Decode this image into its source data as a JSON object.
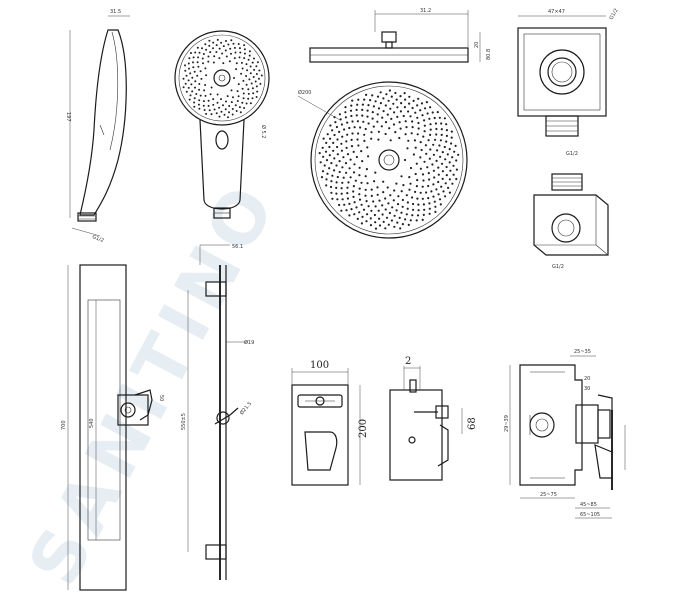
{
  "watermark": "SANITINO",
  "labels": {
    "hand_width": "31.5",
    "hand_height": "197",
    "hand_thread": "G1/2",
    "hand_diameter": "Ø 5.2",
    "head_depth": "31.2",
    "head_height": "20",
    "head_arm": "80.8",
    "head_diameter": "Ø200",
    "elbow_top": "47×47",
    "elbow_side": "G1/2",
    "elbow_bottom": "G1/2",
    "elbow_thread": "G1/2",
    "rail_top": "56.1",
    "rail_diameter": "Ø19",
    "rail_height": "700",
    "rail_inner": "540",
    "rail_holder": "50",
    "rail_span": "550±5",
    "rail_cap": "Ø21.5",
    "plate_width": "100",
    "plate_height": "200",
    "plate_depth": "2",
    "plate_side": "68",
    "box_top": "25~35",
    "box_right1": "20",
    "box_right2": "30",
    "box_left": "29~39",
    "box_bottom1": "25~75",
    "box_bottom2": "45~85",
    "box_bottom3": "65~105"
  }
}
